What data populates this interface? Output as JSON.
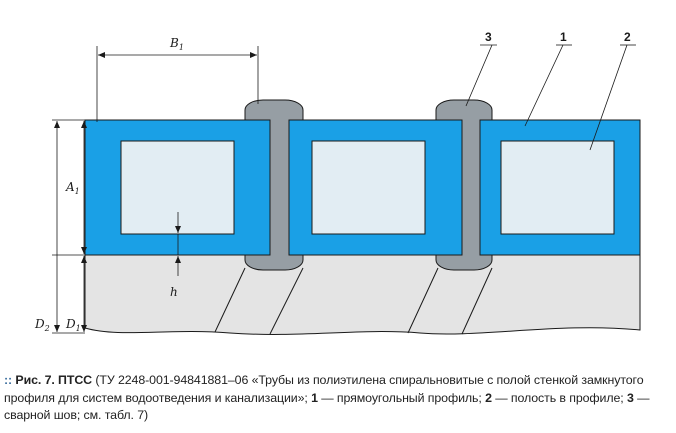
{
  "colors": {
    "profile": "#1aa0e6",
    "cavity": "#e2edf3",
    "weld": "#969ea4",
    "pipe_wall": "#e4e4e4",
    "outline": "#1a1a1a",
    "caption_marker": "#3b6e9e"
  },
  "diagram": {
    "labels": {
      "B": "B",
      "B_sub": "1",
      "A": "A",
      "A_sub": "1",
      "h": "h",
      "D2": "D",
      "D2_sub": "2",
      "D1": "D",
      "D1_sub": "1",
      "callout_3": "3",
      "callout_1": "1",
      "callout_2": "2"
    }
  },
  "caption": {
    "marker": "::",
    "fig_label": "Рис. 7. ПТСС",
    "text_a": " (ТУ 2248-001-94841881–06 «Трубы из полиэтилена спиральновитые с полой стенкой замкнутого профиля для систем водоотведения и канализации»; ",
    "n1": "1",
    "t1": " — прямоугольный профиль; ",
    "n2": "2",
    "t2": " — полость в профиле; ",
    "n3": "3",
    "t3": " — сварной шов; см. табл. 7)"
  }
}
